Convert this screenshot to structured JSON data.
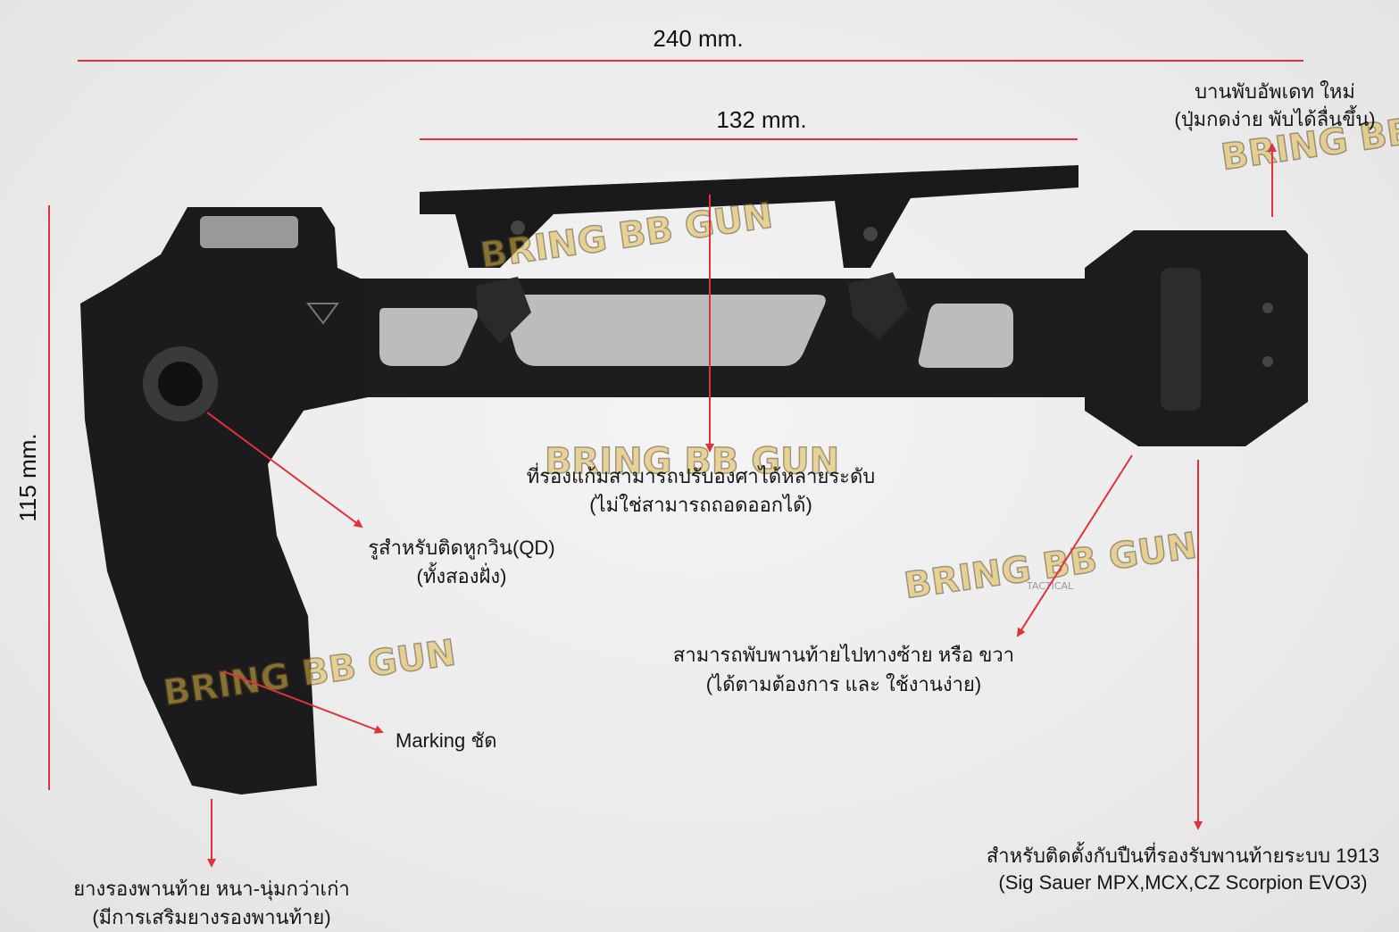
{
  "dimensions": {
    "length_total": "240 mm.",
    "length_cheek_rest": "132 mm.",
    "height": "115 mm."
  },
  "callouts": {
    "hinge": {
      "line1": "บานพับอัพเดท ใหม่",
      "line2": "(ปุ่มกดง่าย พับได้ลื่นขึ้น)"
    },
    "cheek_rest": {
      "line1": "ที่รองแก้มสามารถปรับองศาได้หลายระดับ",
      "line2": "(ไม่ใช่สามารถถอดออกได้)"
    },
    "qd_hole": {
      "line1": "รูสำหรับติดหูกวิน(QD)",
      "line2": "(ทั้งสองฝั่ง)"
    },
    "marking": {
      "line1": "Marking ชัด"
    },
    "butt_pad": {
      "line1": "ยางรองพานท้าย หนา-นุ่มกว่าเก่า",
      "line2": "(มีการเสริมยางรองพานท้าย)"
    },
    "folding": {
      "line1": "สามารถพับพานท้ายไปทางซ้าย หรือ ขวา",
      "line2": "(ได้ตามต้องการ และ ใช้งานง่าย)"
    },
    "mount": {
      "line1": "สำหรับติดตั้งกับปืนที่รองรับพานท้ายระบบ 1913",
      "line2": "(Sig Sauer MPX,MCX,CZ Scorpion EVO3)"
    }
  },
  "watermark": {
    "brand": "BRING BB GUN",
    "sub": "TACTICAL"
  },
  "colors": {
    "annotation": "#e0323c",
    "product": "#1d1d1f",
    "background": "#ececec",
    "watermark": "#e3b84a"
  }
}
